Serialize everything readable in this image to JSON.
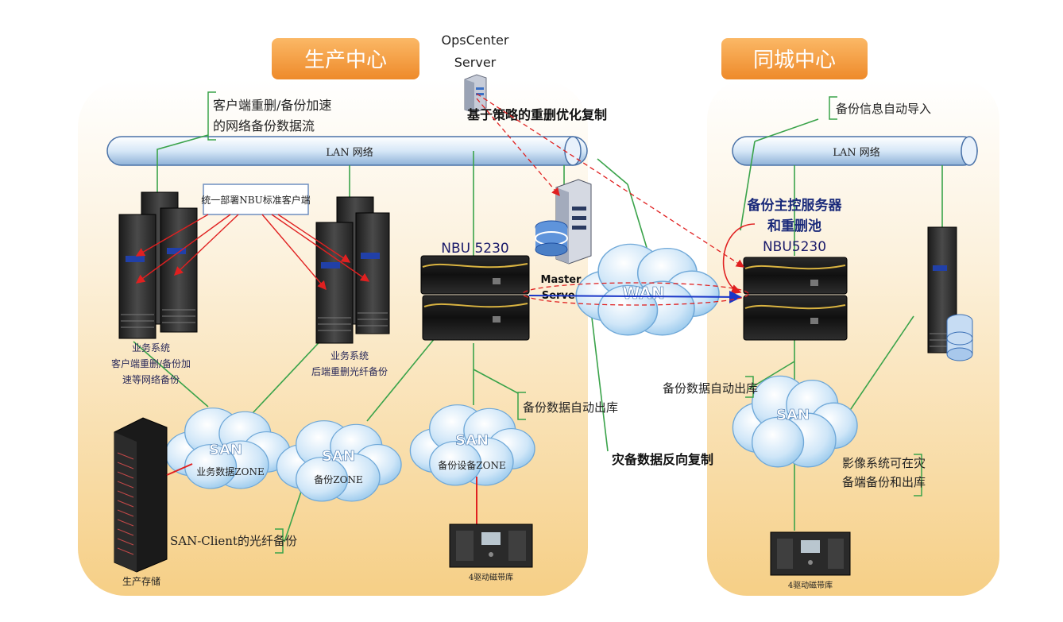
{
  "regions": {
    "production": {
      "title": "生产中心"
    },
    "sametown": {
      "title": "同城中心"
    }
  },
  "opscenter": {
    "line1": "OpsCenter",
    "line2": "Server"
  },
  "policy_replication": "基于策略的重删优化复制",
  "reverse_replication": "灾备数据反向复制",
  "left": {
    "lan_label": "LAN 网络",
    "client_dedup_note": {
      "line1": "客户端重删/备份加速",
      "line2": "的网络备份数据流"
    },
    "nbu_client_box": "统一部署NBU标准客户端",
    "biz1": {
      "line1": "业务系统",
      "line2": "客户端重删/备份加",
      "line3": "速等网络备份"
    },
    "biz2": {
      "line1": "业务系统",
      "line2": "后端重删光纤备份"
    },
    "nbu_label": "NBU 5230",
    "master": {
      "line1": "Master",
      "line2": "Server"
    },
    "auto_out_label": "备份数据自动出库",
    "san1": {
      "label": "SAN",
      "zone": "业务数据ZONE"
    },
    "san2": {
      "label": "SAN",
      "zone": "备份ZONE"
    },
    "san3": {
      "label": "SAN",
      "zone": "备份设备ZONE"
    },
    "san_client_label": "SAN-Client的光纤备份",
    "storage_label": "生产存储",
    "tape_label": "4驱动磁带库"
  },
  "wan_label": "WAN",
  "right": {
    "lan_label": "LAN 网络",
    "import_note": "备份信息自动导入",
    "master_dedup": {
      "line1": "备份主控服务器",
      "line2": "和重删池"
    },
    "nbu_label": "NBU5230",
    "auto_out_label": "备份数据自动出库",
    "san": {
      "label": "SAN"
    },
    "image_note": {
      "line1": "影像系统可在灾",
      "line2": "备端备份和出库"
    },
    "tape_label": "4驱动磁带库"
  },
  "colors": {
    "orange_banner": "#f4a04a",
    "green_line": "#3aa34a",
    "red_line": "#e02020",
    "blue_link": "#1a36c8",
    "cloud_blue": "#bfdff5"
  }
}
